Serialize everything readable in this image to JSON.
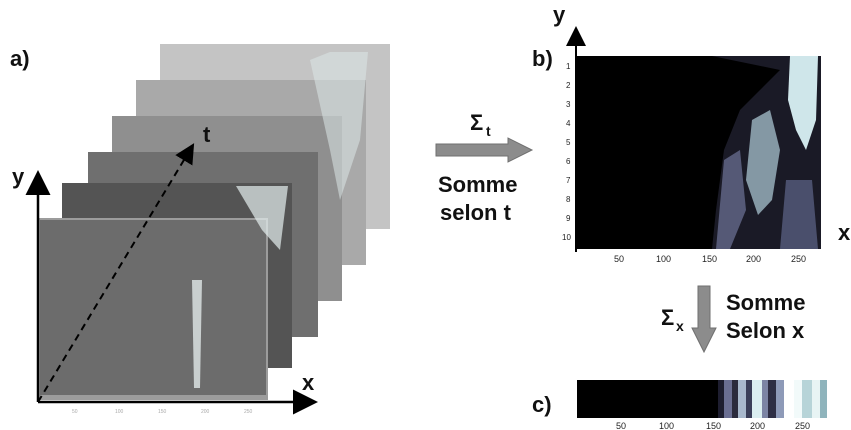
{
  "panel_a": {
    "label": "a)",
    "axis_x": "x",
    "axis_y": "y",
    "axis_t": "t",
    "frame_count": 6,
    "bottom_ticks": [
      "50",
      "100",
      "150",
      "200",
      "250"
    ]
  },
  "arrow_t": {
    "symbol": "Σ",
    "subscript": "t",
    "line1": "Somme",
    "line2": "selon t"
  },
  "panel_b": {
    "label": "b)",
    "axis_y": "y",
    "axis_x": "x",
    "y_ticks": [
      "1",
      "2",
      "3",
      "4",
      "5",
      "6",
      "7",
      "8",
      "9",
      "10"
    ],
    "x_ticks": [
      "50",
      "100",
      "150",
      "200",
      "250"
    ]
  },
  "arrow_x": {
    "symbol": "Σ",
    "subscript": "x",
    "line1": "Somme",
    "line2": "Selon x"
  },
  "panel_c": {
    "label": "c)",
    "x_ticks": [
      "50",
      "100",
      "150",
      "200",
      "250"
    ]
  },
  "colors": {
    "background": "#000000",
    "signal_light": "#d8f0f0",
    "signal_mid": "#6a6a8a",
    "arrow_gray": "#8c8c8c"
  }
}
